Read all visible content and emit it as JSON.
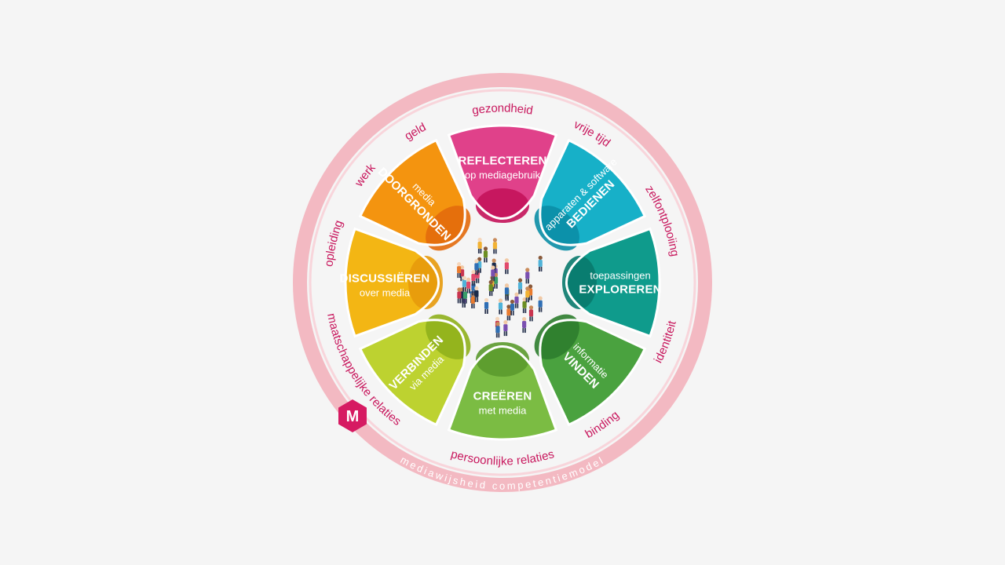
{
  "ring_label": "mediawijsheid competentiemodel",
  "logo_letter": "M",
  "colors": {
    "ring": "#f3b9c2",
    "ring_bg": "#fbe4e8",
    "domain_text": "#c8175d",
    "logo": "#d61a62"
  },
  "life_domains": [
    {
      "id": "gezondheid",
      "label": "gezondheid"
    },
    {
      "id": "vrije-tijd",
      "label": "vrije tijd"
    },
    {
      "id": "zelfontplooiing",
      "label": "zelfontplooiing"
    },
    {
      "id": "identiteit",
      "label": "identiteit"
    },
    {
      "id": "binding",
      "label": "binding"
    },
    {
      "id": "persoonlijke-relaties",
      "label": "persoonlijke relaties"
    },
    {
      "id": "maatschappelijke-relaties",
      "label": "maatschappelijke relaties"
    },
    {
      "id": "opleiding",
      "label": "opleiding"
    },
    {
      "id": "werk",
      "label": "werk"
    },
    {
      "id": "geld",
      "label": "geld"
    }
  ],
  "segments": [
    {
      "id": "reflecteren",
      "title": "REFLECTEREN",
      "subtitle": "op mediagebruik",
      "sub_first": false,
      "color": "#e0418a",
      "dark": "#c4135a"
    },
    {
      "id": "bedienen",
      "title": "BEDIENEN",
      "subtitle": "apparaten & software",
      "sub_first": true,
      "color": "#17b0c8",
      "dark": "#0b8ea6"
    },
    {
      "id": "exploreren",
      "title": "EXPLOREREN",
      "subtitle": "toepassingen",
      "sub_first": true,
      "color": "#0f9b8c",
      "dark": "#097a6d"
    },
    {
      "id": "vinden",
      "title": "VINDEN",
      "subtitle": "informatie",
      "sub_first": true,
      "color": "#4aa23f",
      "dark": "#2e7d2e"
    },
    {
      "id": "creeren",
      "title": "CREËREN",
      "subtitle": "met media",
      "sub_first": false,
      "color": "#7bbc43",
      "dark": "#5b9a2e"
    },
    {
      "id": "verbinden",
      "title": "VERBINDEN",
      "subtitle": "via media",
      "sub_first": false,
      "color": "#bdd230",
      "dark": "#8fb01c"
    },
    {
      "id": "discussieren",
      "title": "DISCUSSIËREN",
      "subtitle": "over media",
      "sub_first": false,
      "color": "#f3b614",
      "dark": "#e79a0b"
    },
    {
      "id": "doorgronden",
      "title": "DOORGRONDEN",
      "subtitle": "media",
      "sub_first": true,
      "color": "#f4940f",
      "dark": "#e36a0c"
    }
  ]
}
